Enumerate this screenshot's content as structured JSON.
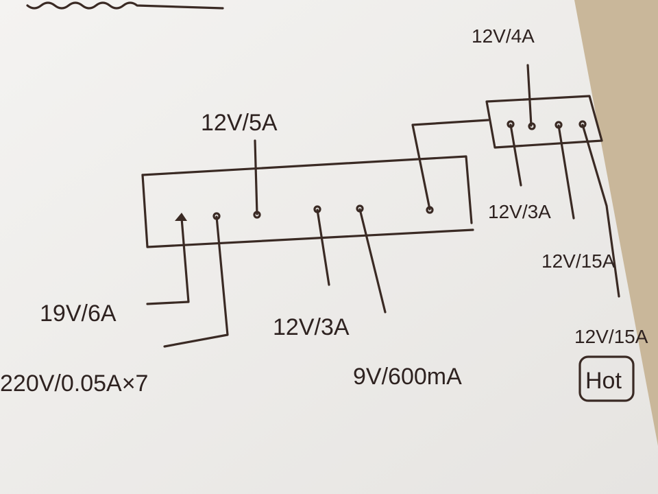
{
  "title": "Power supply wiring sketch",
  "labels": {
    "main_top": "12V/5A",
    "hub_top": "12V/4A",
    "hub_out1": "12V/3A",
    "hub_out2": "12V/15A",
    "hub_out3": "12V/15A",
    "hot": "Hot",
    "out_19v": "19V/6A",
    "out_220v": "220V/0.05A×7",
    "out_12v3a": "12V/3A",
    "out_9v": "9V/600mA"
  },
  "colors": {
    "ink": "#3a2a24",
    "paper": "#f1f0ee",
    "table": "#c9b79a"
  }
}
